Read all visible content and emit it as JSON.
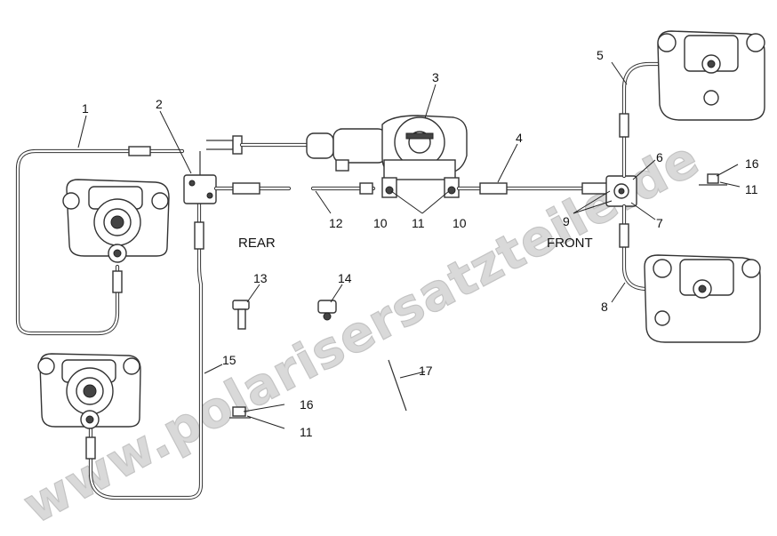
{
  "colors": {
    "line": "#333333",
    "watermark": "#d9d9d9",
    "background": "#ffffff"
  },
  "watermark": "www.polarisersatzteile.de",
  "regions": {
    "rear": "REAR",
    "front": "FRONT"
  },
  "callouts": [
    {
      "id": "c1",
      "text": "1"
    },
    {
      "id": "c2",
      "text": "2"
    },
    {
      "id": "c3",
      "text": "3"
    },
    {
      "id": "c4",
      "text": "4"
    },
    {
      "id": "c5",
      "text": "5"
    },
    {
      "id": "c6",
      "text": "6"
    },
    {
      "id": "c7",
      "text": "7"
    },
    {
      "id": "c8",
      "text": "8"
    },
    {
      "id": "c9",
      "text": "9"
    },
    {
      "id": "c10a",
      "text": "10"
    },
    {
      "id": "c10b",
      "text": "10"
    },
    {
      "id": "c11a",
      "text": "11"
    },
    {
      "id": "c11b",
      "text": "11"
    },
    {
      "id": "c11c",
      "text": "11"
    },
    {
      "id": "c12",
      "text": "12"
    },
    {
      "id": "c13",
      "text": "13"
    },
    {
      "id": "c14",
      "text": "14"
    },
    {
      "id": "c15",
      "text": "15"
    },
    {
      "id": "c16a",
      "text": "16"
    },
    {
      "id": "c16b",
      "text": "16"
    },
    {
      "id": "c17",
      "text": "17"
    }
  ]
}
